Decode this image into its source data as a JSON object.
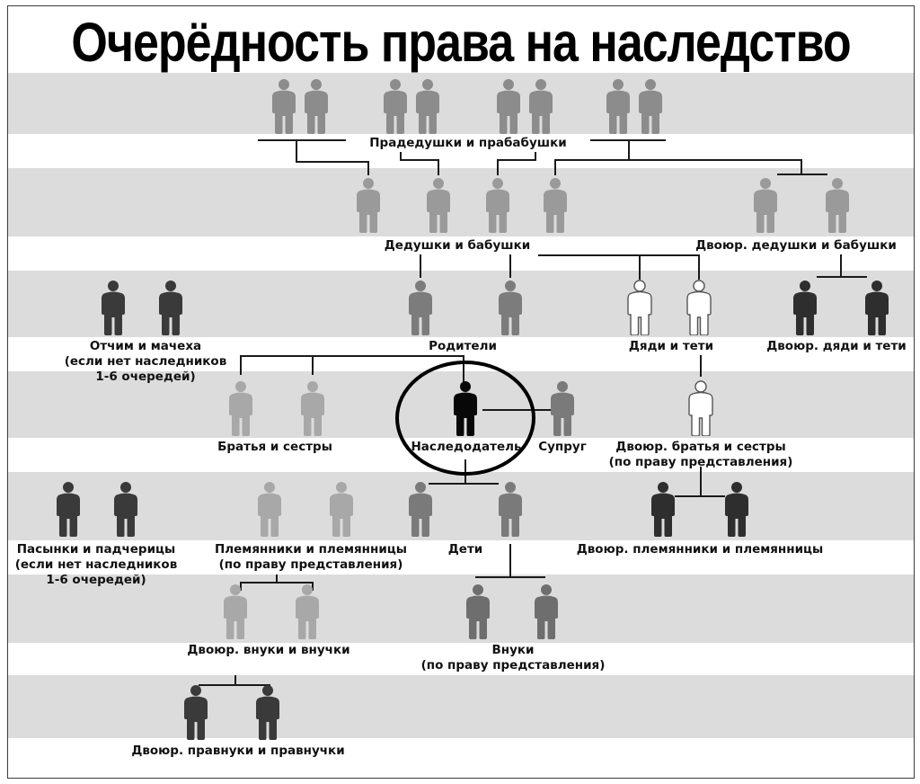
{
  "title": "Очерёдность права на наследство",
  "colors": {
    "band": "#dcdcdc",
    "great_grandparents": "#8c8c8c",
    "grandparents": "#9a9a9a",
    "parents": "#7c7c7c",
    "uncles_aunts": "#ffffff",
    "cousins": "#2e2e2e",
    "siblings": "#a8a8a8",
    "testator": "#080808",
    "spouse": "#7a7a7a",
    "children": "#7a7a7a",
    "nephews": "#a8a8a8",
    "grandchildren": "#6e6e6e",
    "step_relatives": "#3a3a3a"
  },
  "labels": {
    "great_grandparents": "Прадедушки и прабабушки",
    "grandparents": "Дедушки и бабушки",
    "cousin_grandparents": "Двоюр. дедушки и бабушки",
    "step_parents_1": "Отчим и мачеха",
    "step_parents_2": "(если нет  наследников",
    "step_parents_3": "1-6 очередей)",
    "parents": "Родители",
    "uncles_aunts": "Дяди и тети",
    "cousin_uncles_aunts": "Двоюр. дяди и тети",
    "siblings": "Братья и сестры",
    "testator": "Наследодатель",
    "spouse": "Супруг",
    "cousins_1": "Двоюр. братья и сестры",
    "cousins_2": "(по праву представления)",
    "step_children_1": "Пасынки и падчерицы",
    "step_children_2": "(если нет  наследников",
    "step_children_3": "1-6 очередей)",
    "nephews_1": "Племянники и племянницы",
    "nephews_2": "(по праву представления)",
    "children": "Дети",
    "cousin_nephews": "Двоюр. племянники и племянницы",
    "cousin_grandchildren": "Двоюр. внуки и внучки",
    "grandchildren_1": "Внуки",
    "grandchildren_2": "(по праву представления)",
    "cousin_great_grandchildren": "Двоюр. правнуки и правнучки"
  },
  "icons": {
    "person": "person-icon",
    "highlight": "circle-highlight"
  }
}
